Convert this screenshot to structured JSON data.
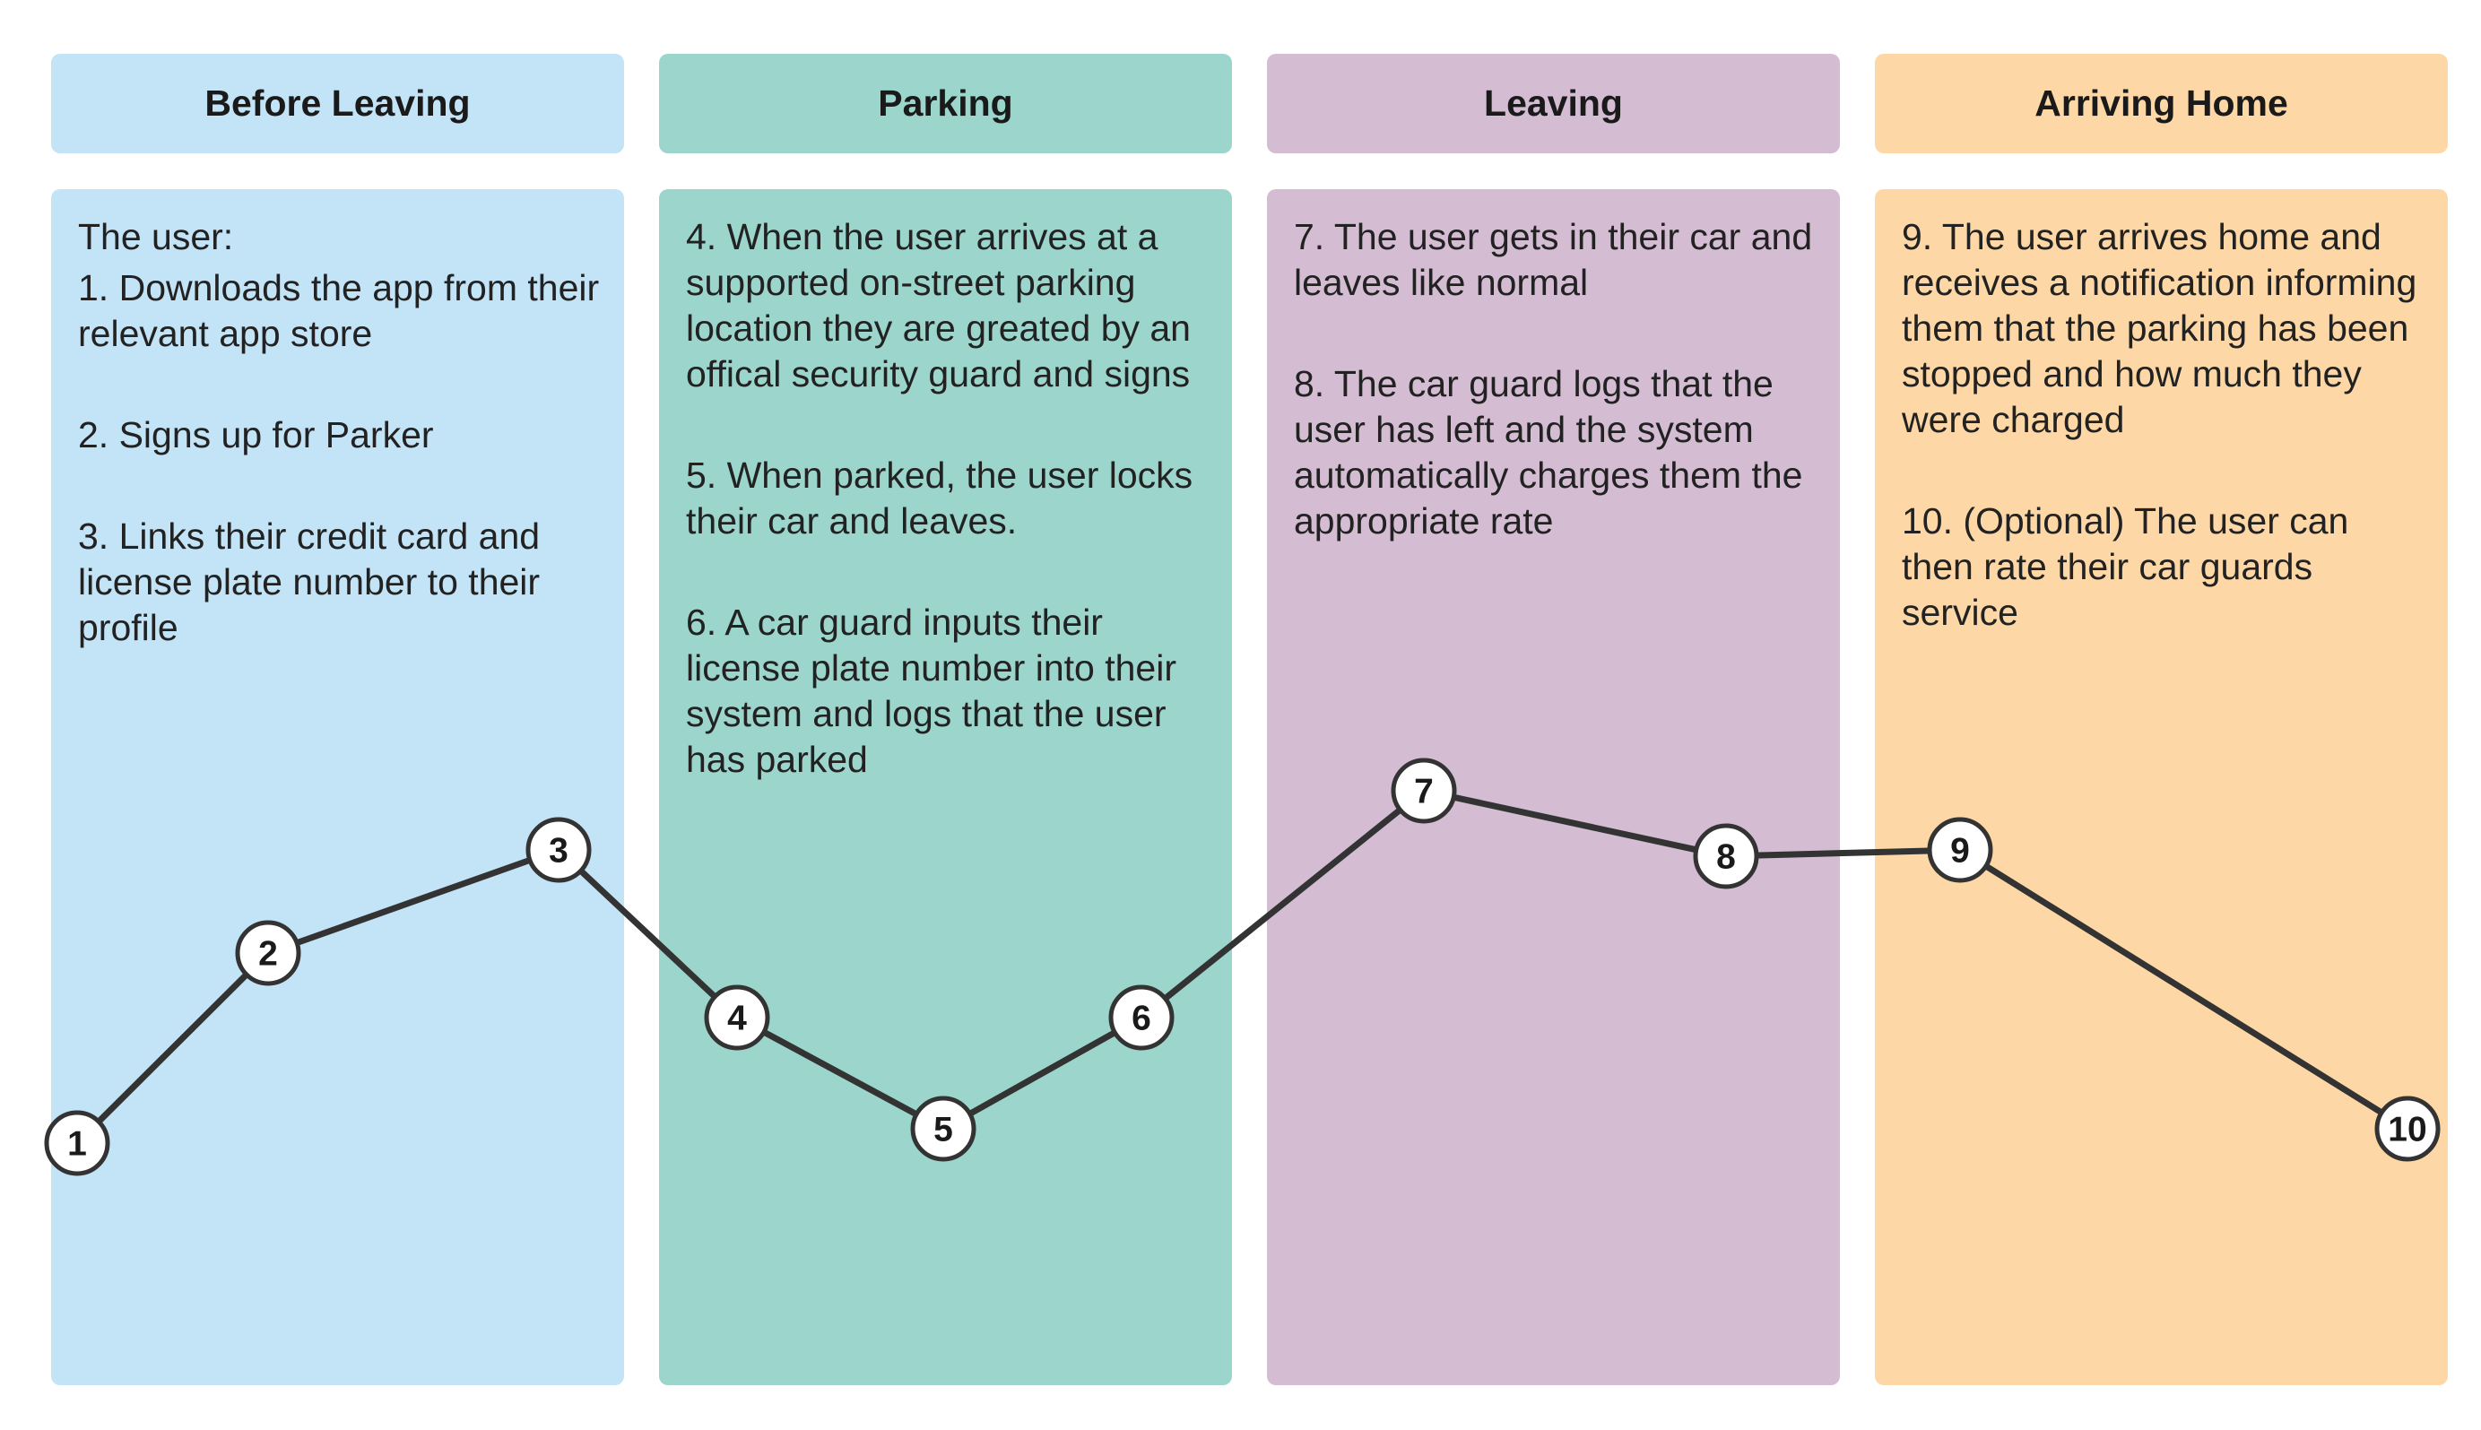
{
  "stages": [
    {
      "title": "Before Leaving",
      "color": "#c3e3f6",
      "intro": "The user:",
      "steps": [
        "1. Downloads the app from their relevant app store",
        "2. Signs up for Parker",
        "3. Links their credit card and license plate number to their profile"
      ]
    },
    {
      "title": "Parking",
      "color": "#9bd5cc",
      "steps": [
        "4. When the user arrives at a supported on-street parking location they are greated by an offical security guard and signs",
        "5. When parked, the user locks their car and leaves.",
        "6. A car guard inputs their license plate number into their system and logs that the user has parked"
      ]
    },
    {
      "title": "Leaving",
      "color": "#d4bcd3",
      "steps": [
        "7. The user gets in their car and leaves like normal",
        "8. The car guard logs that the user has left and the system automatically charges them the appropriate rate"
      ]
    },
    {
      "title": "Arriving Home",
      "color": "#fdd8a6",
      "steps": [
        "9. The user arrives home and receives a notification informing them that the parking has been stopped and how much they were charged",
        "10. (Optional) The user can then rate their car guards service"
      ]
    }
  ],
  "journey_nodes": [
    "1",
    "2",
    "3",
    "4",
    "5",
    "6",
    "7",
    "8",
    "9",
    "10"
  ]
}
